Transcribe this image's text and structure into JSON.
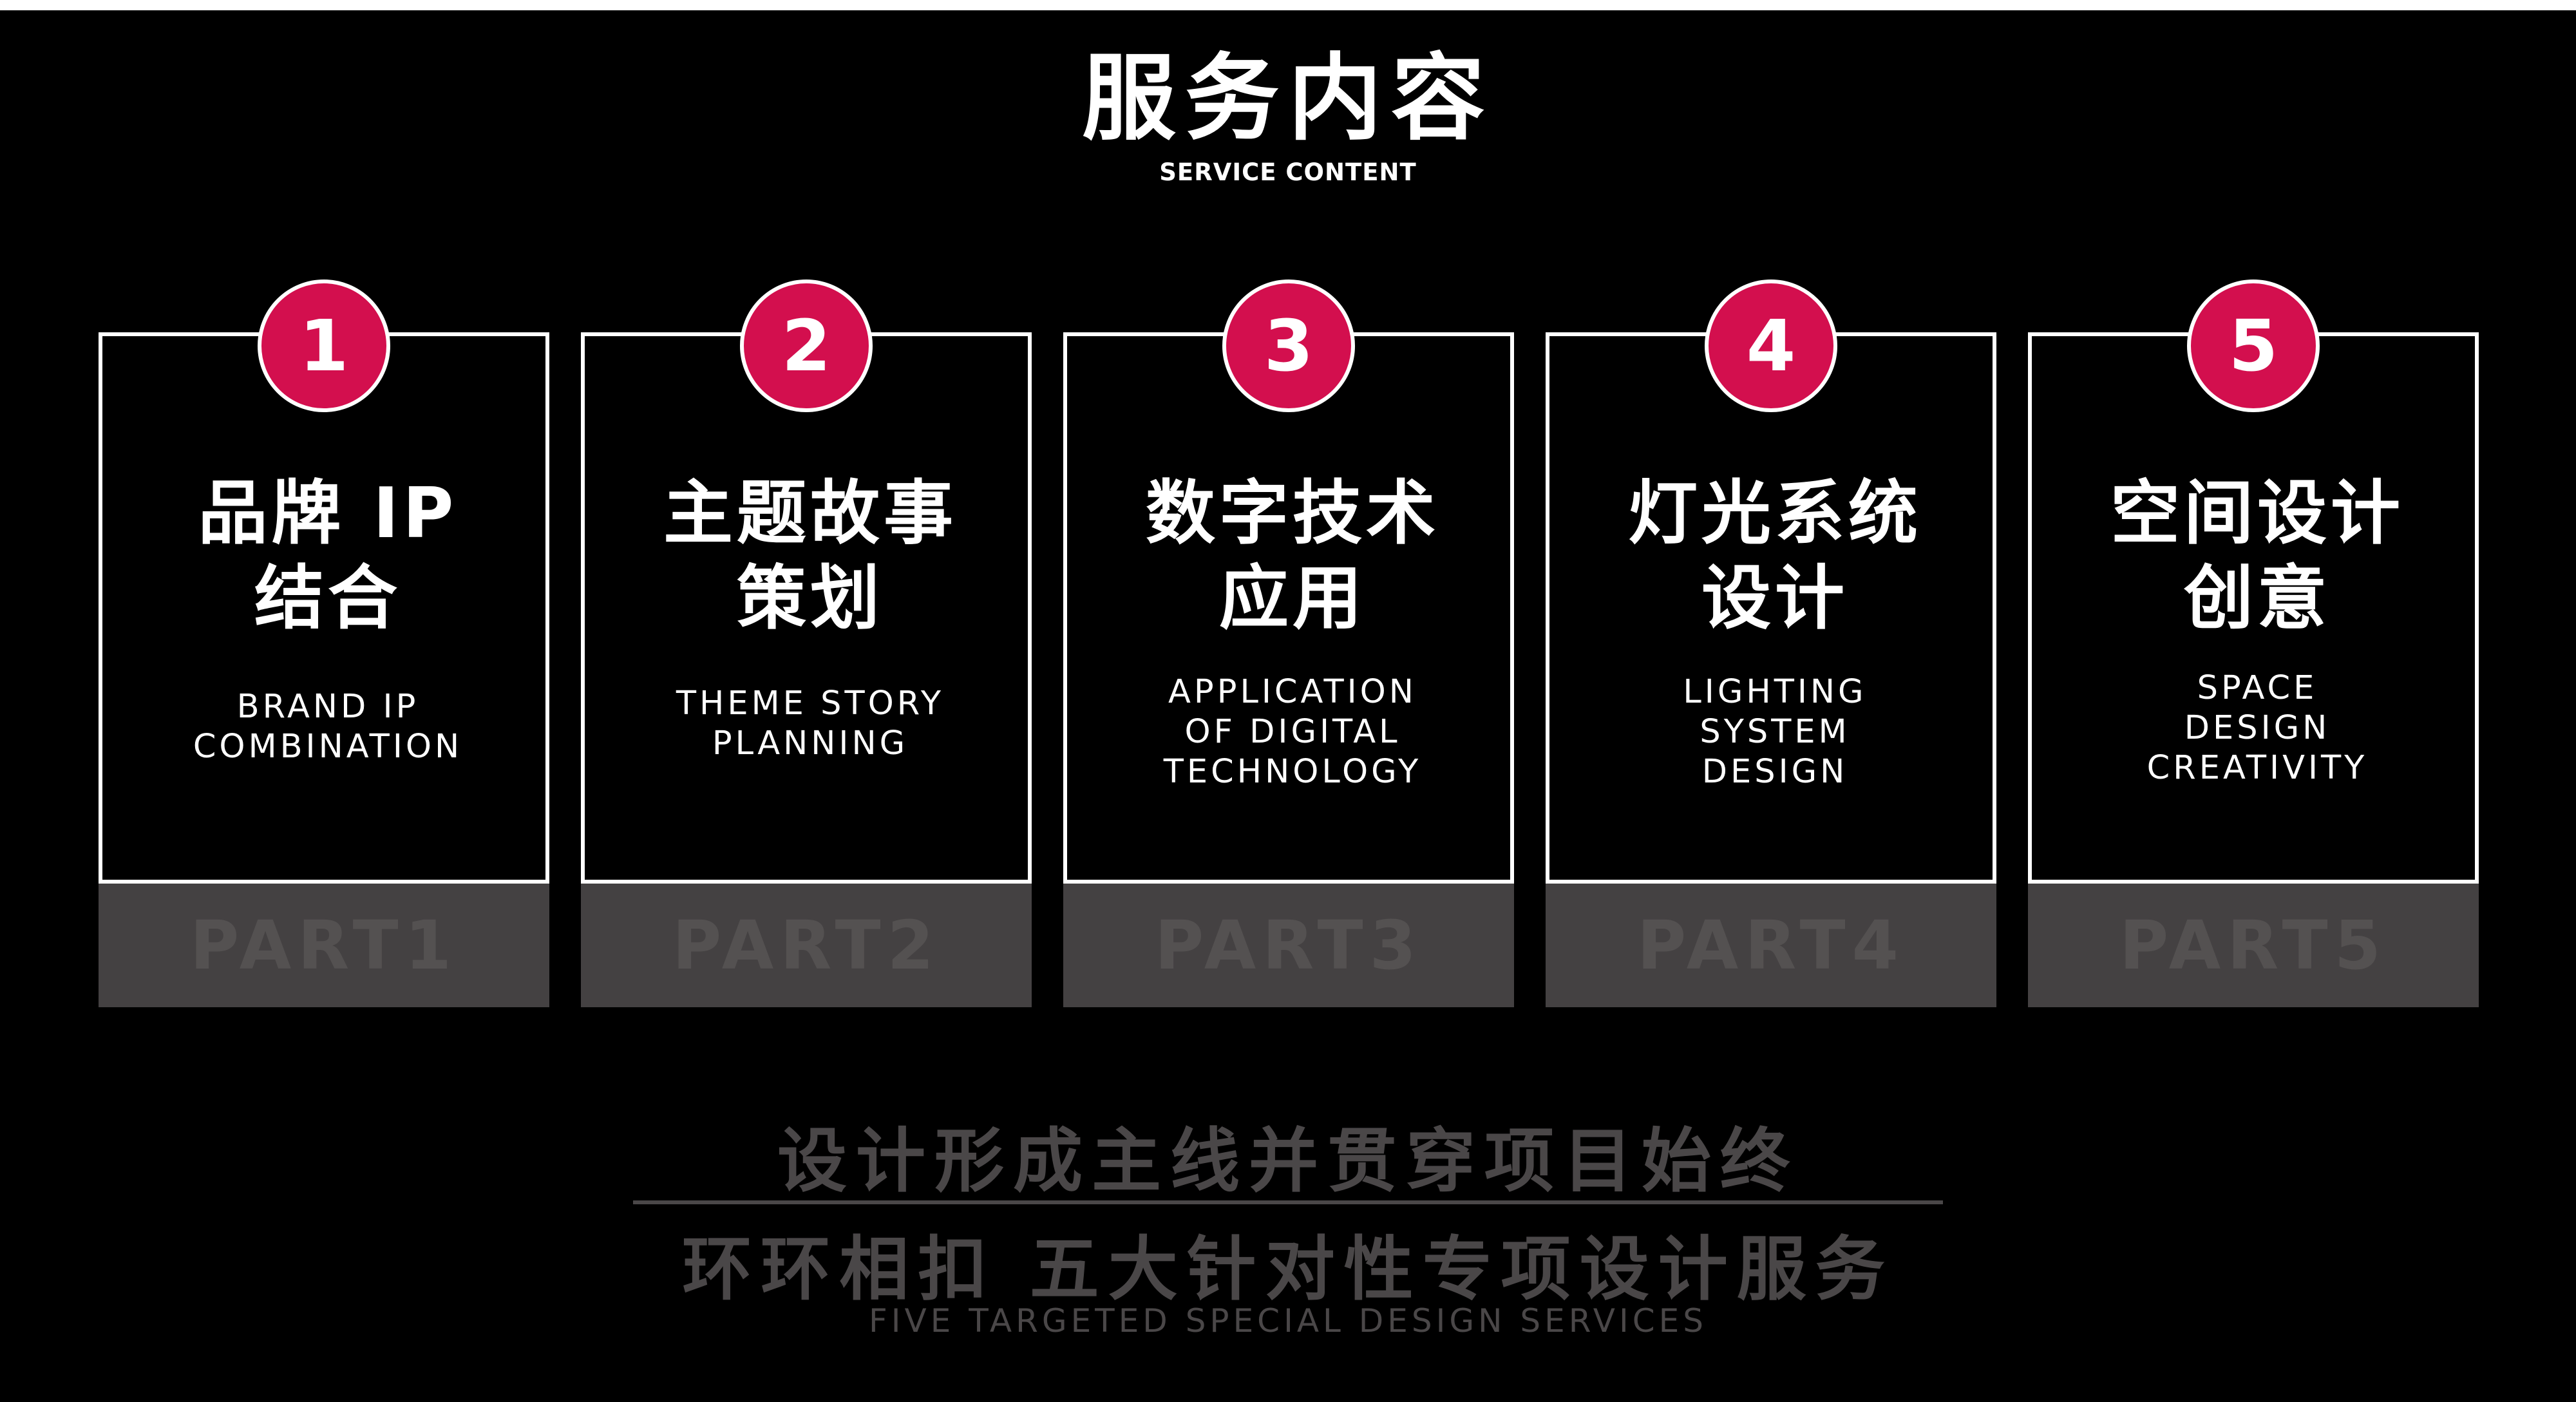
{
  "header": {
    "title": "服务内容",
    "subtitle": "SERVICE CONTENT"
  },
  "cards": [
    {
      "number": "1",
      "title_line1": "品牌 IP",
      "title_line2": "结合",
      "en_lines": [
        "BRAND IP",
        "COMBINATION"
      ],
      "part": "PART1"
    },
    {
      "number": "2",
      "title_line1": "主题故事",
      "title_line2": "策划",
      "en_lines": [
        "THEME STORY",
        "PLANNING"
      ],
      "part": "PART2"
    },
    {
      "number": "3",
      "title_line1": "数字技术",
      "title_line2": "应用",
      "en_lines": [
        "APPLICATION",
        "OF DIGITAL",
        "TECHNOLOGY"
      ],
      "part": "PART3"
    },
    {
      "number": "4",
      "title_line1": "灯光系统",
      "title_line2": "设计",
      "en_lines": [
        "LIGHTING",
        "SYSTEM",
        "DESIGN"
      ],
      "part": "PART4"
    },
    {
      "number": "5",
      "title_line1": "空间设计",
      "title_line2": "创意",
      "en_lines": [
        "SPACE",
        "DESIGN",
        "CREATIVITY"
      ],
      "part": "PART5"
    }
  ],
  "footer": {
    "line1": "设计形成主线并贯穿项目始终",
    "line2": "环环相扣  五大针对性专项设计服务",
    "english": "FIVE TARGETED SPECIAL DESIGN SERVICES"
  },
  "colors": {
    "background": "#000000",
    "accent": "#d30f4e",
    "part_bg": "#444142",
    "muted_text": "#4a4748"
  }
}
